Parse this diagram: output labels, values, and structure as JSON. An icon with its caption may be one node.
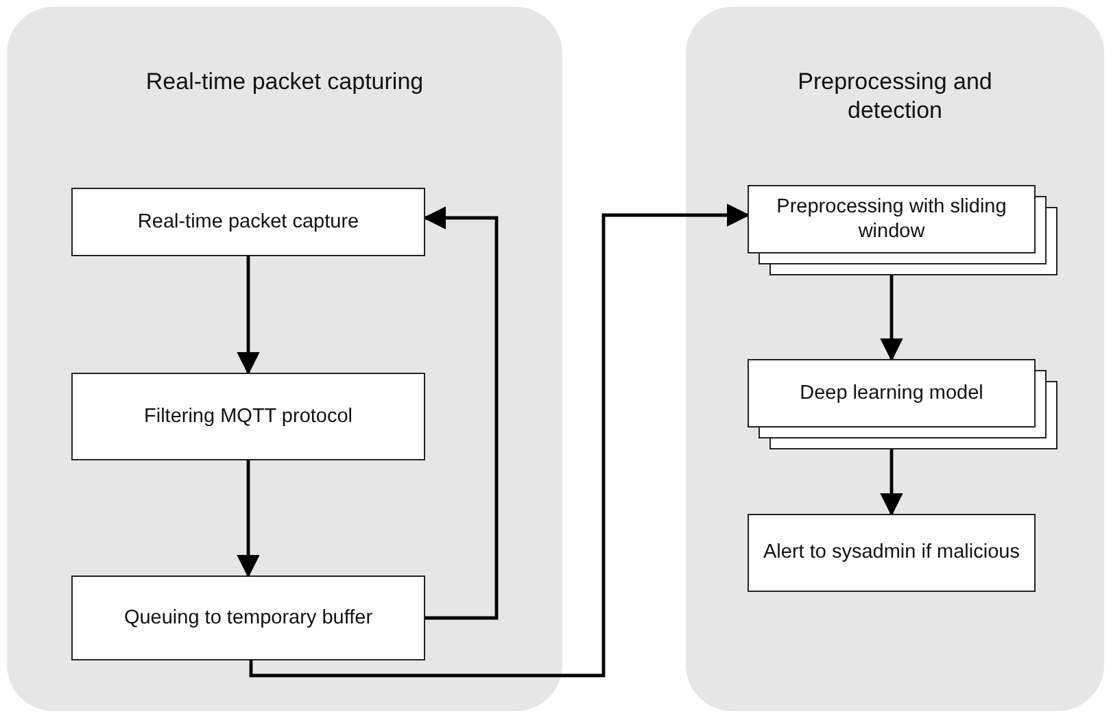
{
  "diagram": {
    "nodes": [
      {
        "text": [
          "Real-time packet capturing"
        ]
      },
      {
        "text": [
          "Real-time packet capture"
        ],
        "in": 0
      },
      {
        "text": [
          "Filtering MQTT protocol"
        ],
        "in": 0
      },
      {
        "text": [
          "Queuing to temporary buffer"
        ],
        "in": 0
      },
      {
        "text": [
          "Preprocessing and detection"
        ]
      },
      {
        "text": [
          "Preprocessing with sliding window"
        ],
        "in": 4
      },
      {
        "text": [
          "Deep learning model"
        ],
        "in": 4
      },
      {
        "text": [
          "Alert to sysadmin if malicious"
        ],
        "in": 4
      }
    ],
    "edges": [
      {
        "from": 1,
        "to": 2,
        "arrow": "to"
      },
      {
        "from": 2,
        "to": 3,
        "arrow": "to"
      },
      {
        "from": 3,
        "to": 1,
        "arrow": "to"
      },
      {
        "from": 3,
        "to": 5,
        "arrow": "to"
      },
      {
        "from": 5,
        "to": 6,
        "arrow": "to"
      },
      {
        "from": 6,
        "to": 7,
        "arrow": "to"
      }
    ]
  }
}
